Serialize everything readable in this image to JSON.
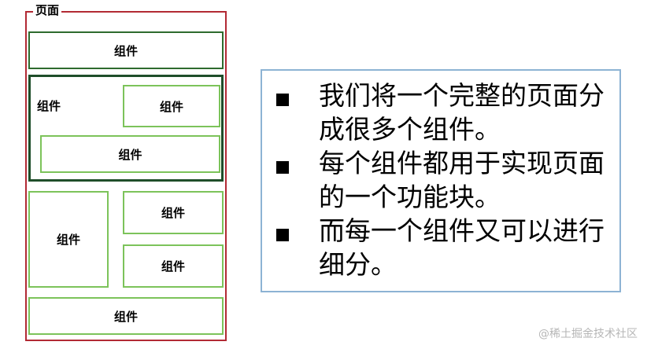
{
  "diagram": {
    "page_label": "页面",
    "component_label": "组件"
  },
  "bullets": [
    "我们将一个完整的页面分成很多个组件。",
    "每个组件都用于实现页面的一个功能块。",
    "而每一个组件又可以进行细分。"
  ],
  "watermark": "@稀土掘金技术社区",
  "colors": {
    "page_border": "#b22a34",
    "group_border": "#1f4e2a",
    "dark_component_border": "#2e6b2e",
    "light_component_border": "#7cc35a",
    "text_box_border": "#8db3d4"
  }
}
